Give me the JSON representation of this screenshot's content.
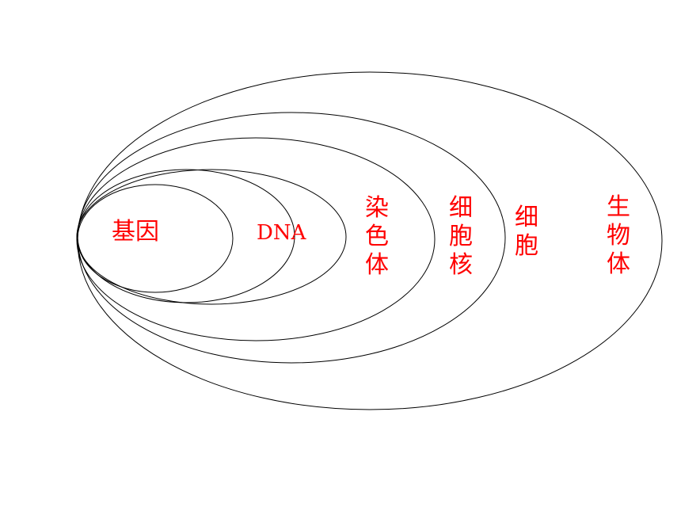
{
  "colors": {
    "label": "#ff0000",
    "stroke": "#000000",
    "background": "#ffffff"
  },
  "levels": [
    {
      "id": "gene",
      "label": "基因",
      "orientation": "horizontal"
    },
    {
      "id": "dna",
      "label": "DNA",
      "orientation": "horizontal"
    },
    {
      "id": "chromosome",
      "label": "染色体",
      "orientation": "vertical"
    },
    {
      "id": "nucleus",
      "label": "细胞核",
      "orientation": "vertical"
    },
    {
      "id": "cell",
      "label": "细胞",
      "orientation": "vertical"
    },
    {
      "id": "organism",
      "label": "生物体",
      "orientation": "vertical"
    }
  ]
}
